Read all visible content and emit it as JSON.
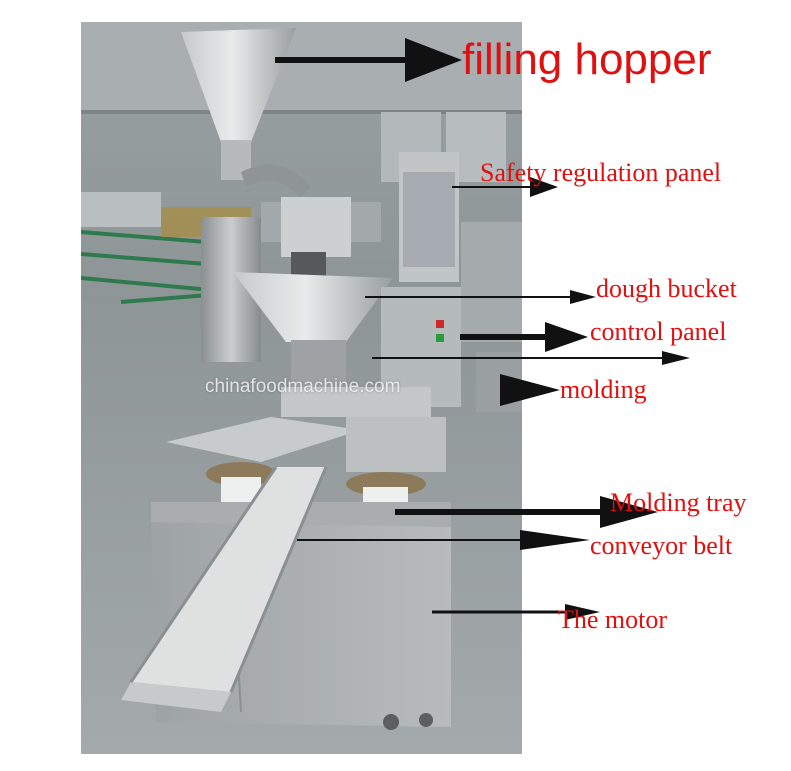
{
  "labels": {
    "filling_hopper": "filling hopper",
    "safety_panel": "Safety regulation panel",
    "dough_bucket": "dough bucket",
    "control_panel": "control panel",
    "molding": "molding",
    "molding_tray": "Molding tray",
    "conveyor_belt": "conveyor belt",
    "motor": "The motor"
  },
  "watermark": "chinafoodmachine.com",
  "colors": {
    "label": "#e01010",
    "arrow": "#111111"
  }
}
